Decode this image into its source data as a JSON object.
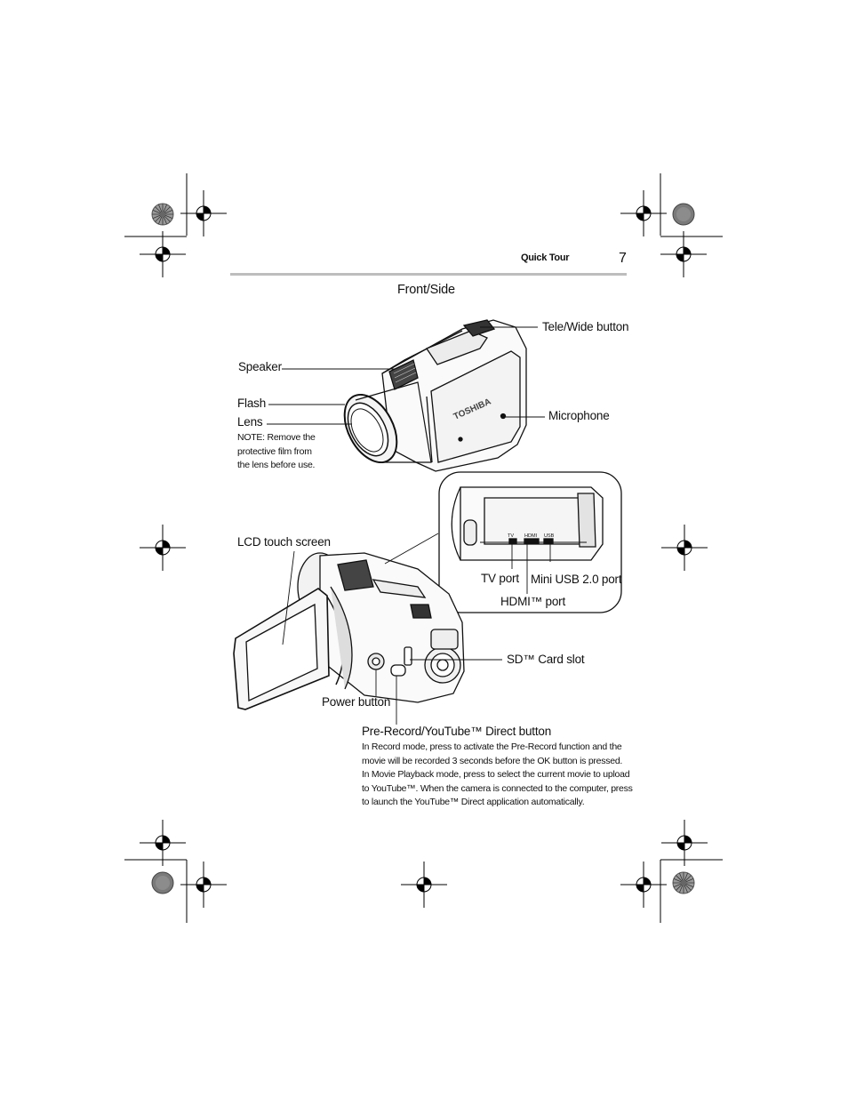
{
  "header": {
    "section_title": "Quick Tour",
    "page_number": "7"
  },
  "figure": {
    "title": "Front/Side",
    "labels": {
      "tele_wide": "Tele/Wide button",
      "speaker": "Speaker",
      "flash": "Flash",
      "lens": "Lens",
      "microphone": "Microphone",
      "lcd": "LCD touch screen",
      "tv_port": "TV port",
      "mini_usb": "Mini USB 2.0 port",
      "hdmi": "HDMI™ port",
      "sd_slot": "SD™ Card slot",
      "power": "Power button",
      "prerecord": "Pre-Record/YouTube™ Direct button"
    },
    "lens_note": [
      "NOTE: Remove the",
      "protective film from",
      "the lens before use."
    ],
    "prerecord_desc": [
      "In Record mode, press to activate the Pre-Record function and the",
      "movie will be recorded 3 seconds before the OK button is pressed.",
      "In Movie Playback mode, press to select the current movie to upload",
      "to YouTube™. When the camera is connected to the computer, press",
      "to launch the YouTube™ Direct application automatically."
    ],
    "camera_brand": "TOSHIBA",
    "port_markings": [
      "TV",
      "HDMI",
      "USB"
    ]
  }
}
